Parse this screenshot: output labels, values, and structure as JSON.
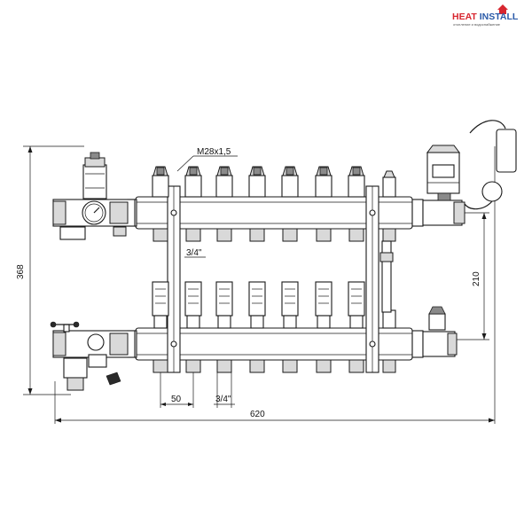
{
  "logo": {
    "brand": "HEAT INSTALL",
    "tagline": "отопление и водоснабжение",
    "colors": {
      "heat": "#d7262f",
      "install": "#2a5aa8",
      "house": "#d7262f"
    }
  },
  "dimensions": {
    "thread": "M28x1,5",
    "overall_height": "368",
    "overall_width": "620",
    "bar_spacing": "210",
    "outlet_pitch": "50",
    "outlet_thread": "3/4\"",
    "bracket_thread": "3/4\""
  },
  "icons": {
    "gauge": "pressure-gauge-icon",
    "air_vent": "air-vent-icon",
    "pump": "circulation-pump-icon",
    "sensor": "temperature-sensor-icon"
  }
}
